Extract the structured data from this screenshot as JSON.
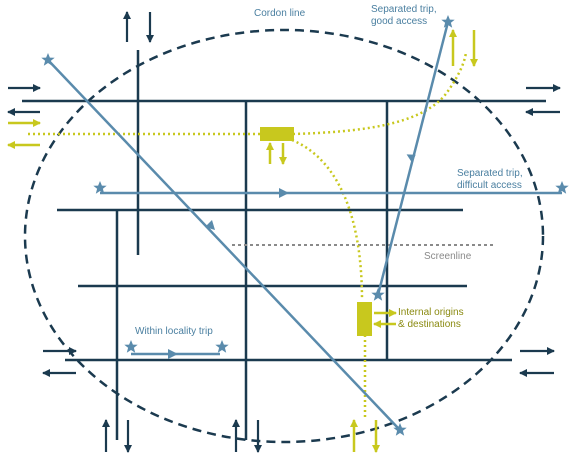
{
  "labels": {
    "cordon_line": "Cordon line",
    "separated_good_line1": "Separated trip,",
    "separated_good_line2": "good access",
    "separated_difficult_line1": "Separated trip,",
    "separated_difficult_line2": "difficult access",
    "screenline": "Screenline",
    "internal_line1": "Internal origins",
    "internal_line2": "& destinations",
    "within_locality": "Within locality trip"
  },
  "colors": {
    "road": "#1b3a4f",
    "cordon": "#1b3a4f",
    "trip": "#5a8bac",
    "internal": "#c8c81e",
    "screenline": "#8a8a8a",
    "label_blue": "#4a7fa0",
    "label_olive": "#8a8a10"
  },
  "icons": {
    "trip_endpoint": "star-icon",
    "zone": "rectangle-zone",
    "flow": "arrow-icon"
  }
}
